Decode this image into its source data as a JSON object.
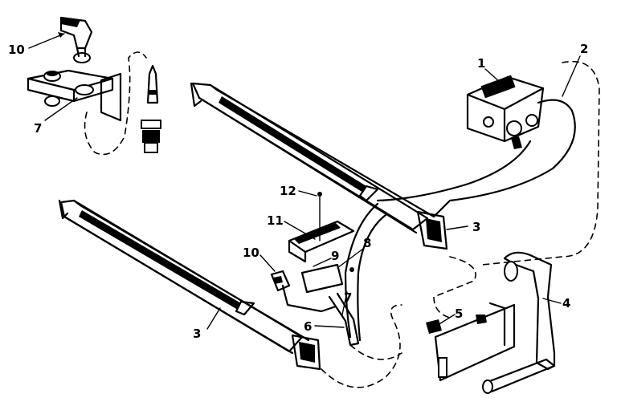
{
  "callouts": [
    {
      "id": "c10a",
      "text": "10"
    },
    {
      "id": "c7a",
      "text": "7"
    },
    {
      "id": "c1",
      "text": "1"
    },
    {
      "id": "c2",
      "text": "2"
    },
    {
      "id": "c12",
      "text": "12"
    },
    {
      "id": "c11",
      "text": "11"
    },
    {
      "id": "c3a",
      "text": "3"
    },
    {
      "id": "c10b",
      "text": "10"
    },
    {
      "id": "c9",
      "text": "9"
    },
    {
      "id": "c8",
      "text": "8"
    },
    {
      "id": "c7b",
      "text": "7"
    },
    {
      "id": "c6",
      "text": "6"
    },
    {
      "id": "c5",
      "text": "5"
    },
    {
      "id": "c4",
      "text": "4"
    },
    {
      "id": "c3b",
      "text": "3"
    }
  ]
}
